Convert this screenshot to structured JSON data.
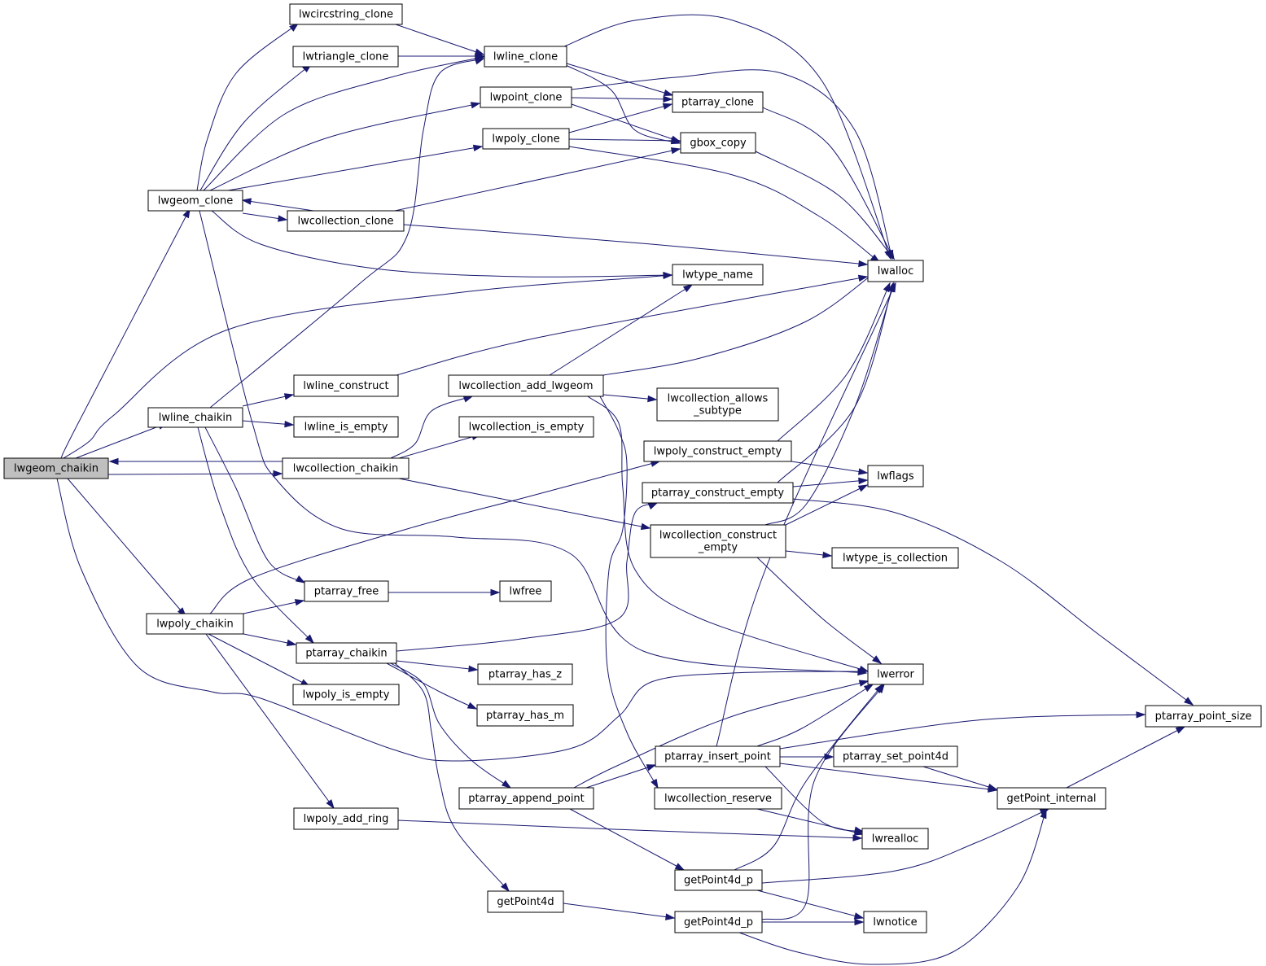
{
  "graph": {
    "nodes": [
      {
        "id": "lwgeom_chaikin",
        "lines": [
          "lwgeom_chaikin"
        ],
        "root": true
      },
      {
        "id": "lwgeom_clone",
        "lines": [
          "lwgeom_clone"
        ]
      },
      {
        "id": "lwline_chaikin",
        "lines": [
          "lwline_chaikin"
        ]
      },
      {
        "id": "lwpoly_chaikin",
        "lines": [
          "lwpoly_chaikin"
        ]
      },
      {
        "id": "lwcollection_chaikin",
        "lines": [
          "lwcollection_chaikin"
        ]
      },
      {
        "id": "lwcircstring_clone",
        "lines": [
          "lwcircstring_clone"
        ]
      },
      {
        "id": "lwtriangle_clone",
        "lines": [
          "lwtriangle_clone"
        ]
      },
      {
        "id": "lwline_clone",
        "lines": [
          "lwline_clone"
        ]
      },
      {
        "id": "lwpoint_clone",
        "lines": [
          "lwpoint_clone"
        ]
      },
      {
        "id": "lwpoly_clone",
        "lines": [
          "lwpoly_clone"
        ]
      },
      {
        "id": "lwcollection_clone",
        "lines": [
          "lwcollection_clone"
        ]
      },
      {
        "id": "ptarray_clone",
        "lines": [
          "ptarray_clone"
        ]
      },
      {
        "id": "gbox_copy",
        "lines": [
          "gbox_copy"
        ]
      },
      {
        "id": "lwalloc",
        "lines": [
          "lwalloc"
        ]
      },
      {
        "id": "lwtype_name",
        "lines": [
          "lwtype_name"
        ]
      },
      {
        "id": "lwline_construct",
        "lines": [
          "lwline_construct"
        ]
      },
      {
        "id": "lwline_is_empty",
        "lines": [
          "lwline_is_empty"
        ]
      },
      {
        "id": "lwcollection_add_lwgeom",
        "lines": [
          "lwcollection_add_lwgeom"
        ]
      },
      {
        "id": "lwcollection_allows_subtype",
        "lines": [
          "lwcollection_allows",
          "_subtype"
        ]
      },
      {
        "id": "lwcollection_is_empty",
        "lines": [
          "lwcollection_is_empty"
        ]
      },
      {
        "id": "lwpoly_construct_empty",
        "lines": [
          "lwpoly_construct_empty"
        ]
      },
      {
        "id": "lwflags",
        "lines": [
          "lwflags"
        ]
      },
      {
        "id": "ptarray_construct_empty",
        "lines": [
          "ptarray_construct_empty"
        ]
      },
      {
        "id": "lwcollection_construct_empty",
        "lines": [
          "lwcollection_construct",
          "_empty"
        ]
      },
      {
        "id": "lwtype_is_collection",
        "lines": [
          "lwtype_is_collection"
        ]
      },
      {
        "id": "ptarray_free",
        "lines": [
          "ptarray_free"
        ]
      },
      {
        "id": "lwfree",
        "lines": [
          "lwfree"
        ]
      },
      {
        "id": "ptarray_chaikin",
        "lines": [
          "ptarray_chaikin"
        ]
      },
      {
        "id": "lwpoly_is_empty",
        "lines": [
          "lwpoly_is_empty"
        ]
      },
      {
        "id": "ptarray_has_z",
        "lines": [
          "ptarray_has_z"
        ]
      },
      {
        "id": "ptarray_has_m",
        "lines": [
          "ptarray_has_m"
        ]
      },
      {
        "id": "lwerror",
        "lines": [
          "lwerror"
        ]
      },
      {
        "id": "ptarray_point_size",
        "lines": [
          "ptarray_point_size"
        ]
      },
      {
        "id": "ptarray_insert_point",
        "lines": [
          "ptarray_insert_point"
        ]
      },
      {
        "id": "ptarray_set_point4d",
        "lines": [
          "ptarray_set_point4d"
        ]
      },
      {
        "id": "ptarray_append_point",
        "lines": [
          "ptarray_append_point"
        ]
      },
      {
        "id": "lwcollection_reserve",
        "lines": [
          "lwcollection_reserve"
        ]
      },
      {
        "id": "getPoint_internal",
        "lines": [
          "getPoint_internal"
        ]
      },
      {
        "id": "lwpoly_add_ring",
        "lines": [
          "lwpoly_add_ring"
        ]
      },
      {
        "id": "lwrealloc",
        "lines": [
          "lwrealloc"
        ]
      },
      {
        "id": "getPoint4d_p_1",
        "lines": [
          "getPoint4d_p"
        ]
      },
      {
        "id": "getPoint4d",
        "lines": [
          "getPoint4d"
        ]
      },
      {
        "id": "getPoint4d_p_2",
        "lines": [
          "getPoint4d_p"
        ]
      },
      {
        "id": "lwnotice",
        "lines": [
          "lwnotice"
        ]
      }
    ],
    "edges": [
      [
        "lwgeom_chaikin",
        "lwgeom_clone"
      ],
      [
        "lwgeom_chaikin",
        "lwtype_name"
      ],
      [
        "lwgeom_chaikin",
        "lwline_chaikin"
      ],
      [
        "lwgeom_chaikin",
        "lwcollection_chaikin"
      ],
      [
        "lwgeom_chaikin",
        "lwpoly_chaikin"
      ],
      [
        "lwgeom_chaikin",
        "lwerror"
      ],
      [
        "lwgeom_clone",
        "lwcircstring_clone"
      ],
      [
        "lwgeom_clone",
        "lwtriangle_clone"
      ],
      [
        "lwgeom_clone",
        "lwline_clone"
      ],
      [
        "lwgeom_clone",
        "lwpoint_clone"
      ],
      [
        "lwgeom_clone",
        "lwpoly_clone"
      ],
      [
        "lwgeom_clone",
        "lwcollection_clone"
      ],
      [
        "lwgeom_clone",
        "lwtype_name"
      ],
      [
        "lwgeom_clone",
        "lwerror"
      ],
      [
        "lwcircstring_clone",
        "lwline_clone"
      ],
      [
        "lwtriangle_clone",
        "lwline_clone"
      ],
      [
        "lwline_clone",
        "lwalloc"
      ],
      [
        "lwline_clone",
        "ptarray_clone"
      ],
      [
        "lwline_clone",
        "gbox_copy"
      ],
      [
        "lwpoint_clone",
        "lwalloc"
      ],
      [
        "lwpoint_clone",
        "ptarray_clone"
      ],
      [
        "lwpoint_clone",
        "gbox_copy"
      ],
      [
        "lwpoly_clone",
        "ptarray_clone"
      ],
      [
        "lwpoly_clone",
        "gbox_copy"
      ],
      [
        "lwpoly_clone",
        "lwalloc"
      ],
      [
        "lwcollection_clone",
        "lwgeom_clone"
      ],
      [
        "lwcollection_clone",
        "gbox_copy"
      ],
      [
        "lwcollection_clone",
        "lwalloc"
      ],
      [
        "ptarray_clone",
        "lwalloc"
      ],
      [
        "gbox_copy",
        "lwalloc"
      ],
      [
        "lwline_chaikin",
        "lwline_clone"
      ],
      [
        "lwline_chaikin",
        "lwline_construct"
      ],
      [
        "lwline_chaikin",
        "lwline_is_empty"
      ],
      [
        "lwline_chaikin",
        "ptarray_free"
      ],
      [
        "lwline_chaikin",
        "ptarray_chaikin"
      ],
      [
        "lwline_construct",
        "lwalloc"
      ],
      [
        "lwcollection_chaikin",
        "lwgeom_chaikin"
      ],
      [
        "lwcollection_chaikin",
        "lwcollection_add_lwgeom"
      ],
      [
        "lwcollection_chaikin",
        "lwcollection_is_empty"
      ],
      [
        "lwcollection_chaikin",
        "lwcollection_construct_empty"
      ],
      [
        "lwcollection_add_lwgeom",
        "lwtype_name"
      ],
      [
        "lwcollection_add_lwgeom",
        "lwalloc"
      ],
      [
        "lwcollection_add_lwgeom",
        "lwcollection_allows_subtype"
      ],
      [
        "lwcollection_add_lwgeom",
        "lwerror"
      ],
      [
        "lwcollection_add_lwgeom",
        "lwcollection_reserve"
      ],
      [
        "lwpoly_chaikin",
        "lwpoly_construct_empty"
      ],
      [
        "lwpoly_chaikin",
        "ptarray_free"
      ],
      [
        "lwpoly_chaikin",
        "ptarray_chaikin"
      ],
      [
        "lwpoly_chaikin",
        "lwpoly_is_empty"
      ],
      [
        "lwpoly_chaikin",
        "lwpoly_add_ring"
      ],
      [
        "lwpoly_construct_empty",
        "lwalloc"
      ],
      [
        "lwpoly_construct_empty",
        "lwflags"
      ],
      [
        "ptarray_construct_empty",
        "lwalloc"
      ],
      [
        "ptarray_construct_empty",
        "lwflags"
      ],
      [
        "ptarray_construct_empty",
        "ptarray_point_size"
      ],
      [
        "lwcollection_construct_empty",
        "lwalloc"
      ],
      [
        "lwcollection_construct_empty",
        "lwflags"
      ],
      [
        "lwcollection_construct_empty",
        "lwtype_is_collection"
      ],
      [
        "lwcollection_construct_empty",
        "lwerror"
      ],
      [
        "ptarray_free",
        "lwfree"
      ],
      [
        "ptarray_chaikin",
        "ptarray_construct_empty"
      ],
      [
        "ptarray_chaikin",
        "ptarray_has_z"
      ],
      [
        "ptarray_chaikin",
        "ptarray_has_m"
      ],
      [
        "ptarray_chaikin",
        "ptarray_append_point"
      ],
      [
        "ptarray_chaikin",
        "getPoint4d"
      ],
      [
        "ptarray_append_point",
        "lwerror"
      ],
      [
        "ptarray_append_point",
        "ptarray_insert_point"
      ],
      [
        "ptarray_append_point",
        "getPoint4d_p_1"
      ],
      [
        "ptarray_insert_point",
        "lwalloc"
      ],
      [
        "ptarray_insert_point",
        "lwerror"
      ],
      [
        "ptarray_insert_point",
        "ptarray_point_size"
      ],
      [
        "ptarray_insert_point",
        "ptarray_set_point4d"
      ],
      [
        "ptarray_insert_point",
        "getPoint_internal"
      ],
      [
        "ptarray_insert_point",
        "lwrealloc"
      ],
      [
        "ptarray_set_point4d",
        "getPoint_internal"
      ],
      [
        "getPoint_internal",
        "ptarray_point_size"
      ],
      [
        "lwcollection_reserve",
        "lwrealloc"
      ],
      [
        "lwpoly_add_ring",
        "lwrealloc"
      ],
      [
        "getPoint4d_p_1",
        "lwerror"
      ],
      [
        "getPoint4d_p_1",
        "getPoint_internal"
      ],
      [
        "getPoint4d_p_1",
        "lwnotice"
      ],
      [
        "getPoint4d",
        "getPoint4d_p_2"
      ],
      [
        "getPoint4d_p_2",
        "lwerror"
      ],
      [
        "getPoint4d_p_2",
        "lwnotice"
      ],
      [
        "getPoint4d_p_2",
        "getPoint_internal"
      ]
    ]
  }
}
